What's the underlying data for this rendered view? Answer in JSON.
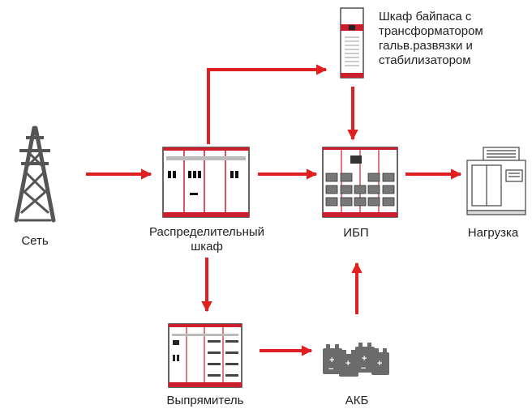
{
  "labels": {
    "grid": "Сеть",
    "distribution_line1": "Распределительный",
    "distribution_line2": "шкаф",
    "ups": "ИБП",
    "load": "Нагрузка",
    "rectifier": "Выпрямитель",
    "battery": "АКБ",
    "bypass_line1": "Шкаф байпаса с",
    "bypass_line2": "трансформатором",
    "bypass_line3": "гальв.развязки и",
    "bypass_line4": "стабилизатором"
  },
  "colors": {
    "arrow": "#e02020",
    "cabinet_outline": "#333333",
    "cabinet_accent": "#cc1f2d",
    "tower": "#555555",
    "battery": "#6b6b6b"
  },
  "icons": {
    "grid": "power-tower-icon",
    "distribution": "distribution-cabinet-icon",
    "ups": "ups-cabinet-icon",
    "load": "server-rack-icon",
    "rectifier": "rectifier-cabinet-icon",
    "battery": "battery-pack-icon",
    "bypass": "bypass-cabinet-icon"
  }
}
